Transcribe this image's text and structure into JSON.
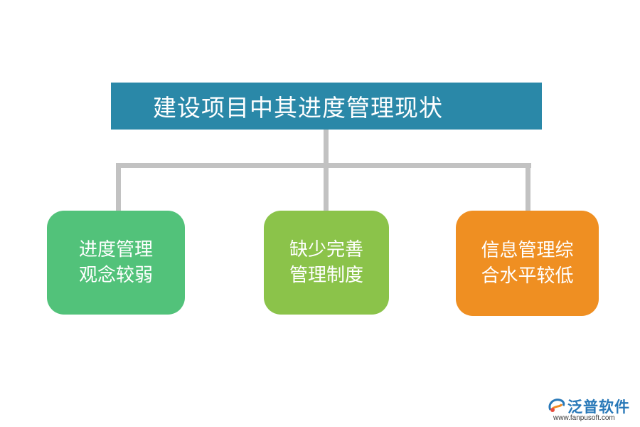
{
  "title": "建设项目中其进度管理现状",
  "nodes": [
    {
      "line1": "进度管理",
      "line2": "观念较弱",
      "color": "#52c27a"
    },
    {
      "line1": "缺少完善",
      "line2": "管理制度",
      "color": "#8bc34a"
    },
    {
      "line1": "信息管理综",
      "line2": "合水平较低",
      "color": "#ef8f22"
    }
  ],
  "colors": {
    "title_bg": "#2a88a8",
    "connector": "#c2c2c2"
  },
  "logo": {
    "name": "泛普软件",
    "url": "www.fanpusoft.com"
  }
}
